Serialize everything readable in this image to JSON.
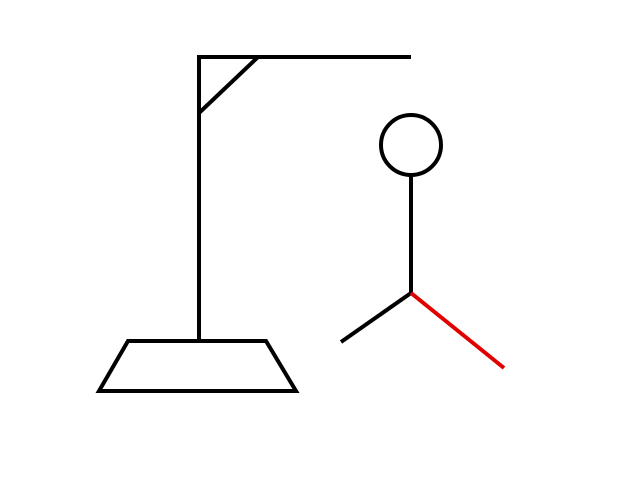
{
  "game": {
    "type": "hangman",
    "parts_revealed": [
      "head",
      "body",
      "left-leg",
      "right-leg"
    ],
    "highlighted_part": "right-leg"
  },
  "colors": {
    "background": "#ffffff",
    "line": "#000000",
    "highlight": "#e00000"
  }
}
